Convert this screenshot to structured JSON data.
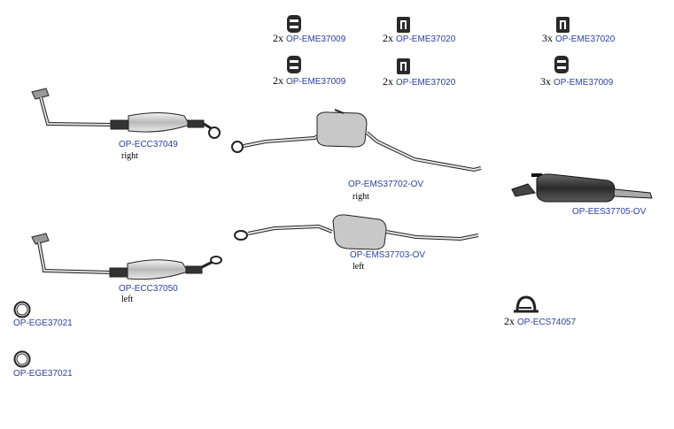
{
  "parts": [
    {
      "id": "hanger-1",
      "code": "OP-EME37009",
      "qty": "2x",
      "icon": "rubber-hanger-icon"
    },
    {
      "id": "hanger-2",
      "code": "OP-EME37020",
      "qty": "2x",
      "icon": "mounting-bracket-icon"
    },
    {
      "id": "hanger-3",
      "code": "OP-EME37020",
      "qty": "3x",
      "icon": "mounting-bracket-icon"
    },
    {
      "id": "hanger-4",
      "code": "OP-EME37009",
      "qty": "2x",
      "icon": "rubber-hanger-icon"
    },
    {
      "id": "hanger-5",
      "code": "OP-EME37020",
      "qty": "2x",
      "icon": "mounting-bracket-icon"
    },
    {
      "id": "hanger-6",
      "code": "OP-EME37009",
      "qty": "3x",
      "icon": "rubber-hanger-icon"
    },
    {
      "id": "catalyst-right",
      "code": "OP-ECC37049",
      "side": "right",
      "icon": "catalytic-converter-icon"
    },
    {
      "id": "middle-right",
      "code": "OP-EMS37702-OV",
      "side": "right",
      "icon": "middle-silencer-icon"
    },
    {
      "id": "rear-silencer",
      "code": "OP-EES37705-OV",
      "icon": "rear-silencer-icon"
    },
    {
      "id": "catalyst-left",
      "code": "OP-ECC37050",
      "side": "left",
      "icon": "catalytic-converter-icon"
    },
    {
      "id": "middle-left",
      "code": "OP-EMS37703-OV",
      "side": "left",
      "icon": "middle-silencer-icon"
    },
    {
      "id": "clamp",
      "code": "OP-ECS74057",
      "qty": "2x",
      "icon": "pipe-clamp-icon"
    },
    {
      "id": "gasket-1",
      "code": "OP-EGE37021",
      "icon": "gasket-ring-icon"
    },
    {
      "id": "gasket-2",
      "code": "OP-EGE37021",
      "icon": "gasket-ring-icon"
    }
  ]
}
